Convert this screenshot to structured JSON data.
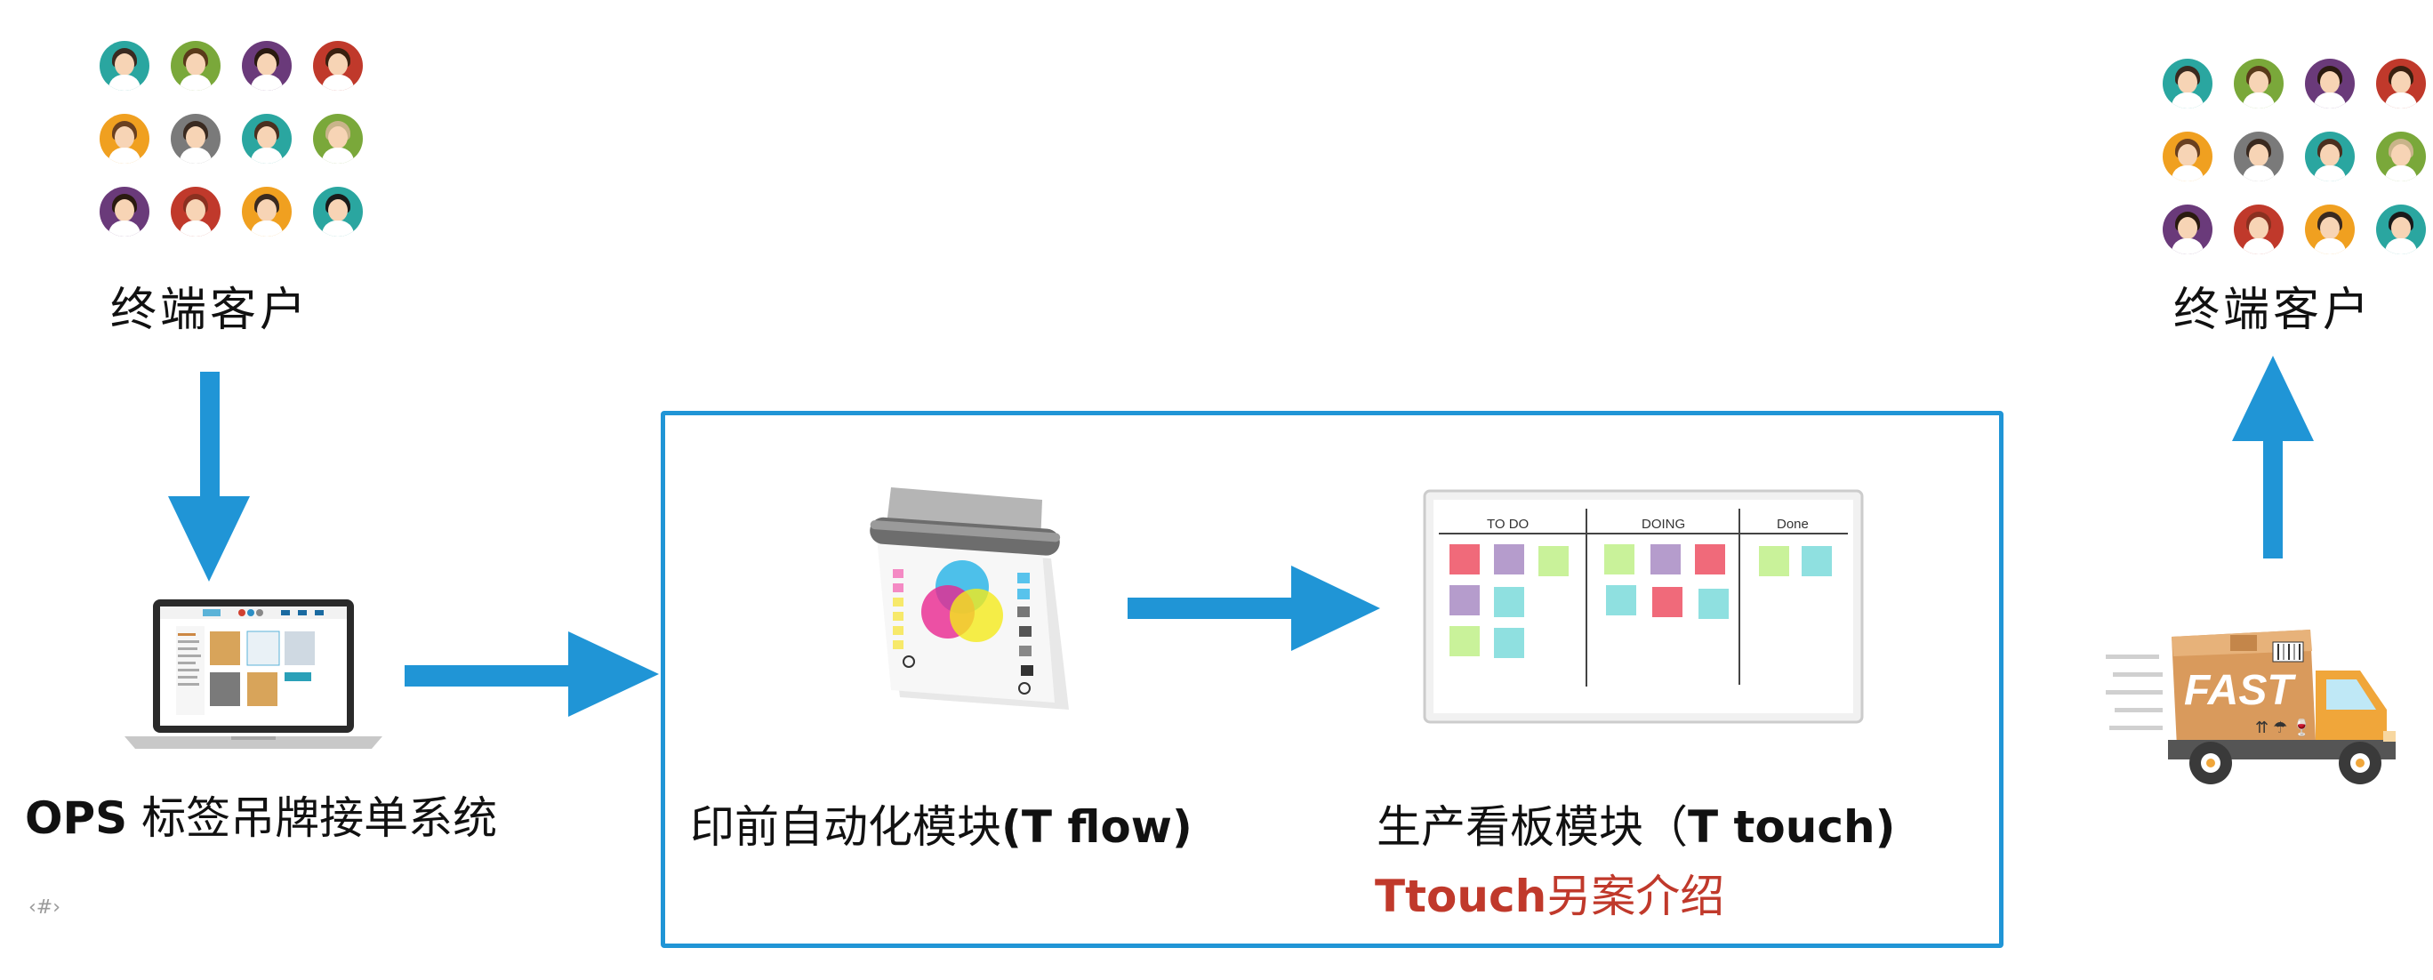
{
  "left_customers": {
    "label": "终端客户"
  },
  "right_customers": {
    "label": "终端客户"
  },
  "ops": {
    "label_bold": "OPS",
    "label_rest": " 标签吊牌接单系统"
  },
  "tflow": {
    "label_cn": "印前自动化模块",
    "label_bold": "(T flow)"
  },
  "ttouch": {
    "label_cn": "生产看板模块（",
    "label_bold": "T touch)",
    "link_bold": "Ttouch",
    "link_rest": "另案介绍"
  },
  "kanban": {
    "columns": [
      "TO DO",
      "DOING",
      "Done"
    ]
  },
  "truck": {
    "text": "FAST"
  },
  "page_number": "‹#›",
  "colors": {
    "accent": "#2095d6",
    "link": "#c0392b"
  },
  "icons": [
    "avatar-icon",
    "laptop-icon",
    "printer-roll-icon",
    "kanban-board-icon",
    "delivery-truck-icon",
    "arrow-icon"
  ]
}
